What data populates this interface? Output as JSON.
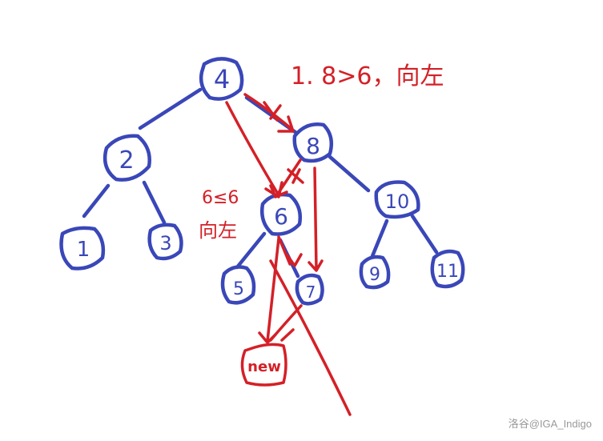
{
  "nodes": {
    "n4": "4",
    "n2": "2",
    "n1": "1",
    "n3": "3",
    "n8": "8",
    "n6": "6",
    "n10": "10",
    "n9": "9",
    "n11": "11",
    "n5": "5",
    "n7": "7",
    "new": "new"
  },
  "annotations": {
    "step1": "1. 8>6，向左",
    "step2_line1": "6≤6",
    "step2_line2": "向左"
  },
  "watermark": "洛谷@IGA_Indigo",
  "colors": {
    "tree": "#3a47b8",
    "annotation": "#d42027"
  }
}
